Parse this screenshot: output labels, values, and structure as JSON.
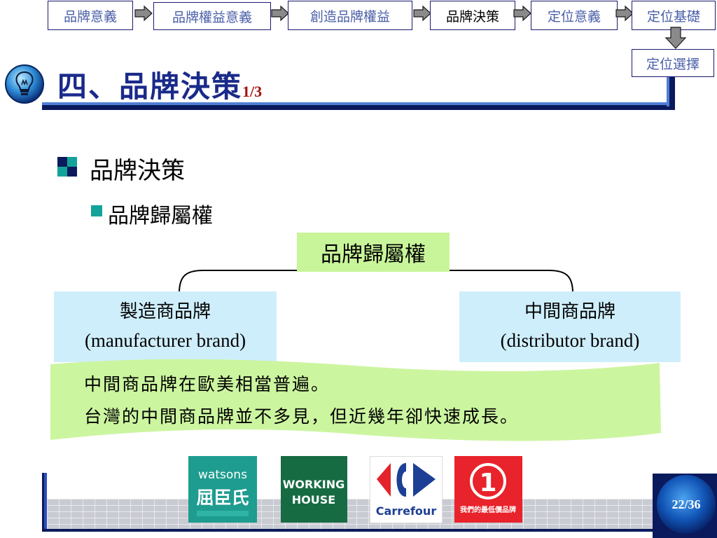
{
  "nav": {
    "items": [
      {
        "label": "品牌意義"
      },
      {
        "label": "品牌權益意義"
      },
      {
        "label": "創造品牌權益"
      },
      {
        "label": "品牌決策"
      },
      {
        "label": "定位意義"
      },
      {
        "label": "定位基礎"
      },
      {
        "label": "定位選擇"
      }
    ],
    "active_index": 3
  },
  "title": {
    "main": "四、品牌決策",
    "page_fraction": "1/3"
  },
  "bullets": {
    "level1": "品牌決策",
    "level2": "品牌歸屬權"
  },
  "diagram": {
    "root": "品牌歸屬權",
    "left": {
      "zh": "製造商品牌",
      "en": "(manufacturer brand)"
    },
    "right": {
      "zh": "中間商品牌",
      "en": "(distributor brand)"
    }
  },
  "note": {
    "line1": "中間商品牌在歐美相當普遍。",
    "line2": "台灣的中間商品牌並不多見，但近幾年卻快速成長。"
  },
  "logos": {
    "watsons": {
      "top": "watsons",
      "bottom": "屈臣氏"
    },
    "working_house": {
      "line1": "WORKING",
      "line2": "HOUSE"
    },
    "carrefour": {
      "name": "Carrefour"
    },
    "lowest_price": {
      "digit": "1",
      "text": "我們的最低價品牌"
    }
  },
  "page_number": "22/36",
  "colors": {
    "navy": "#0b1a5c",
    "accent_blue": "#4f7fd6",
    "root_green": "#c9f59a",
    "child_blue": "#cfeefc",
    "note_green": "#ccf5a0",
    "bullet_teal": "#13a39a"
  }
}
